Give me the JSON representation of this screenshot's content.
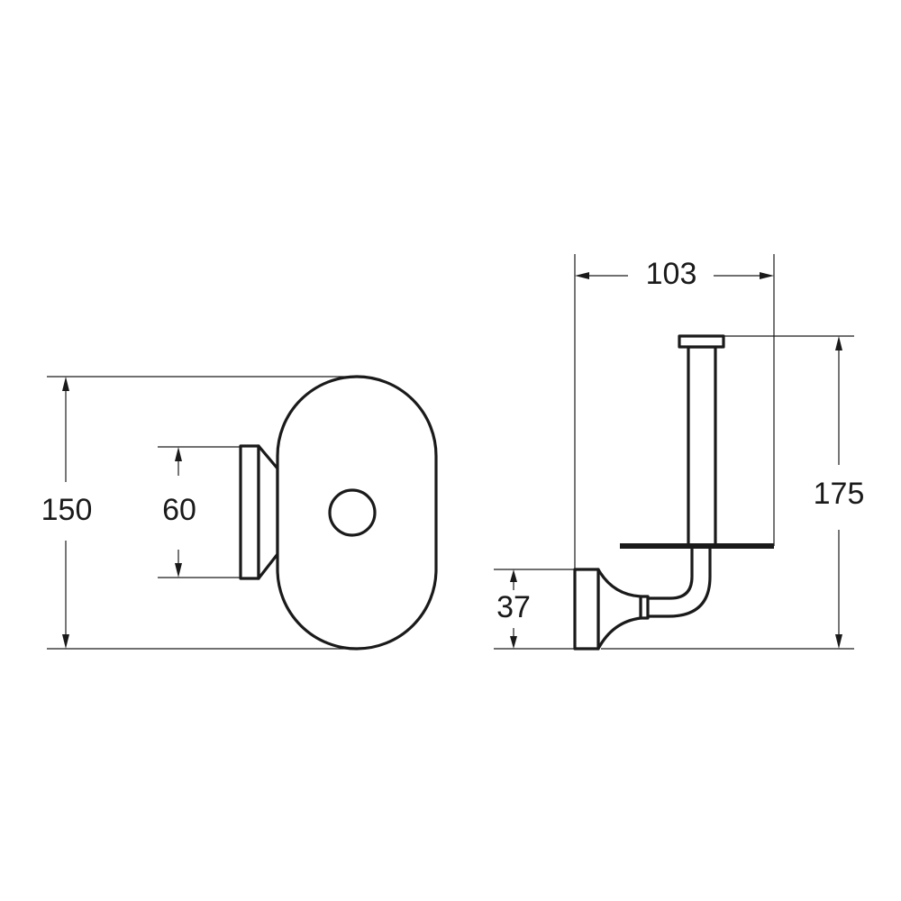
{
  "dimensions": {
    "height_total_front": "150",
    "mount_height": "60",
    "width_side": "103",
    "height_side": "175",
    "bracket_height": "37"
  },
  "colors": {
    "line": "#1a1a1a",
    "background": "#ffffff"
  }
}
